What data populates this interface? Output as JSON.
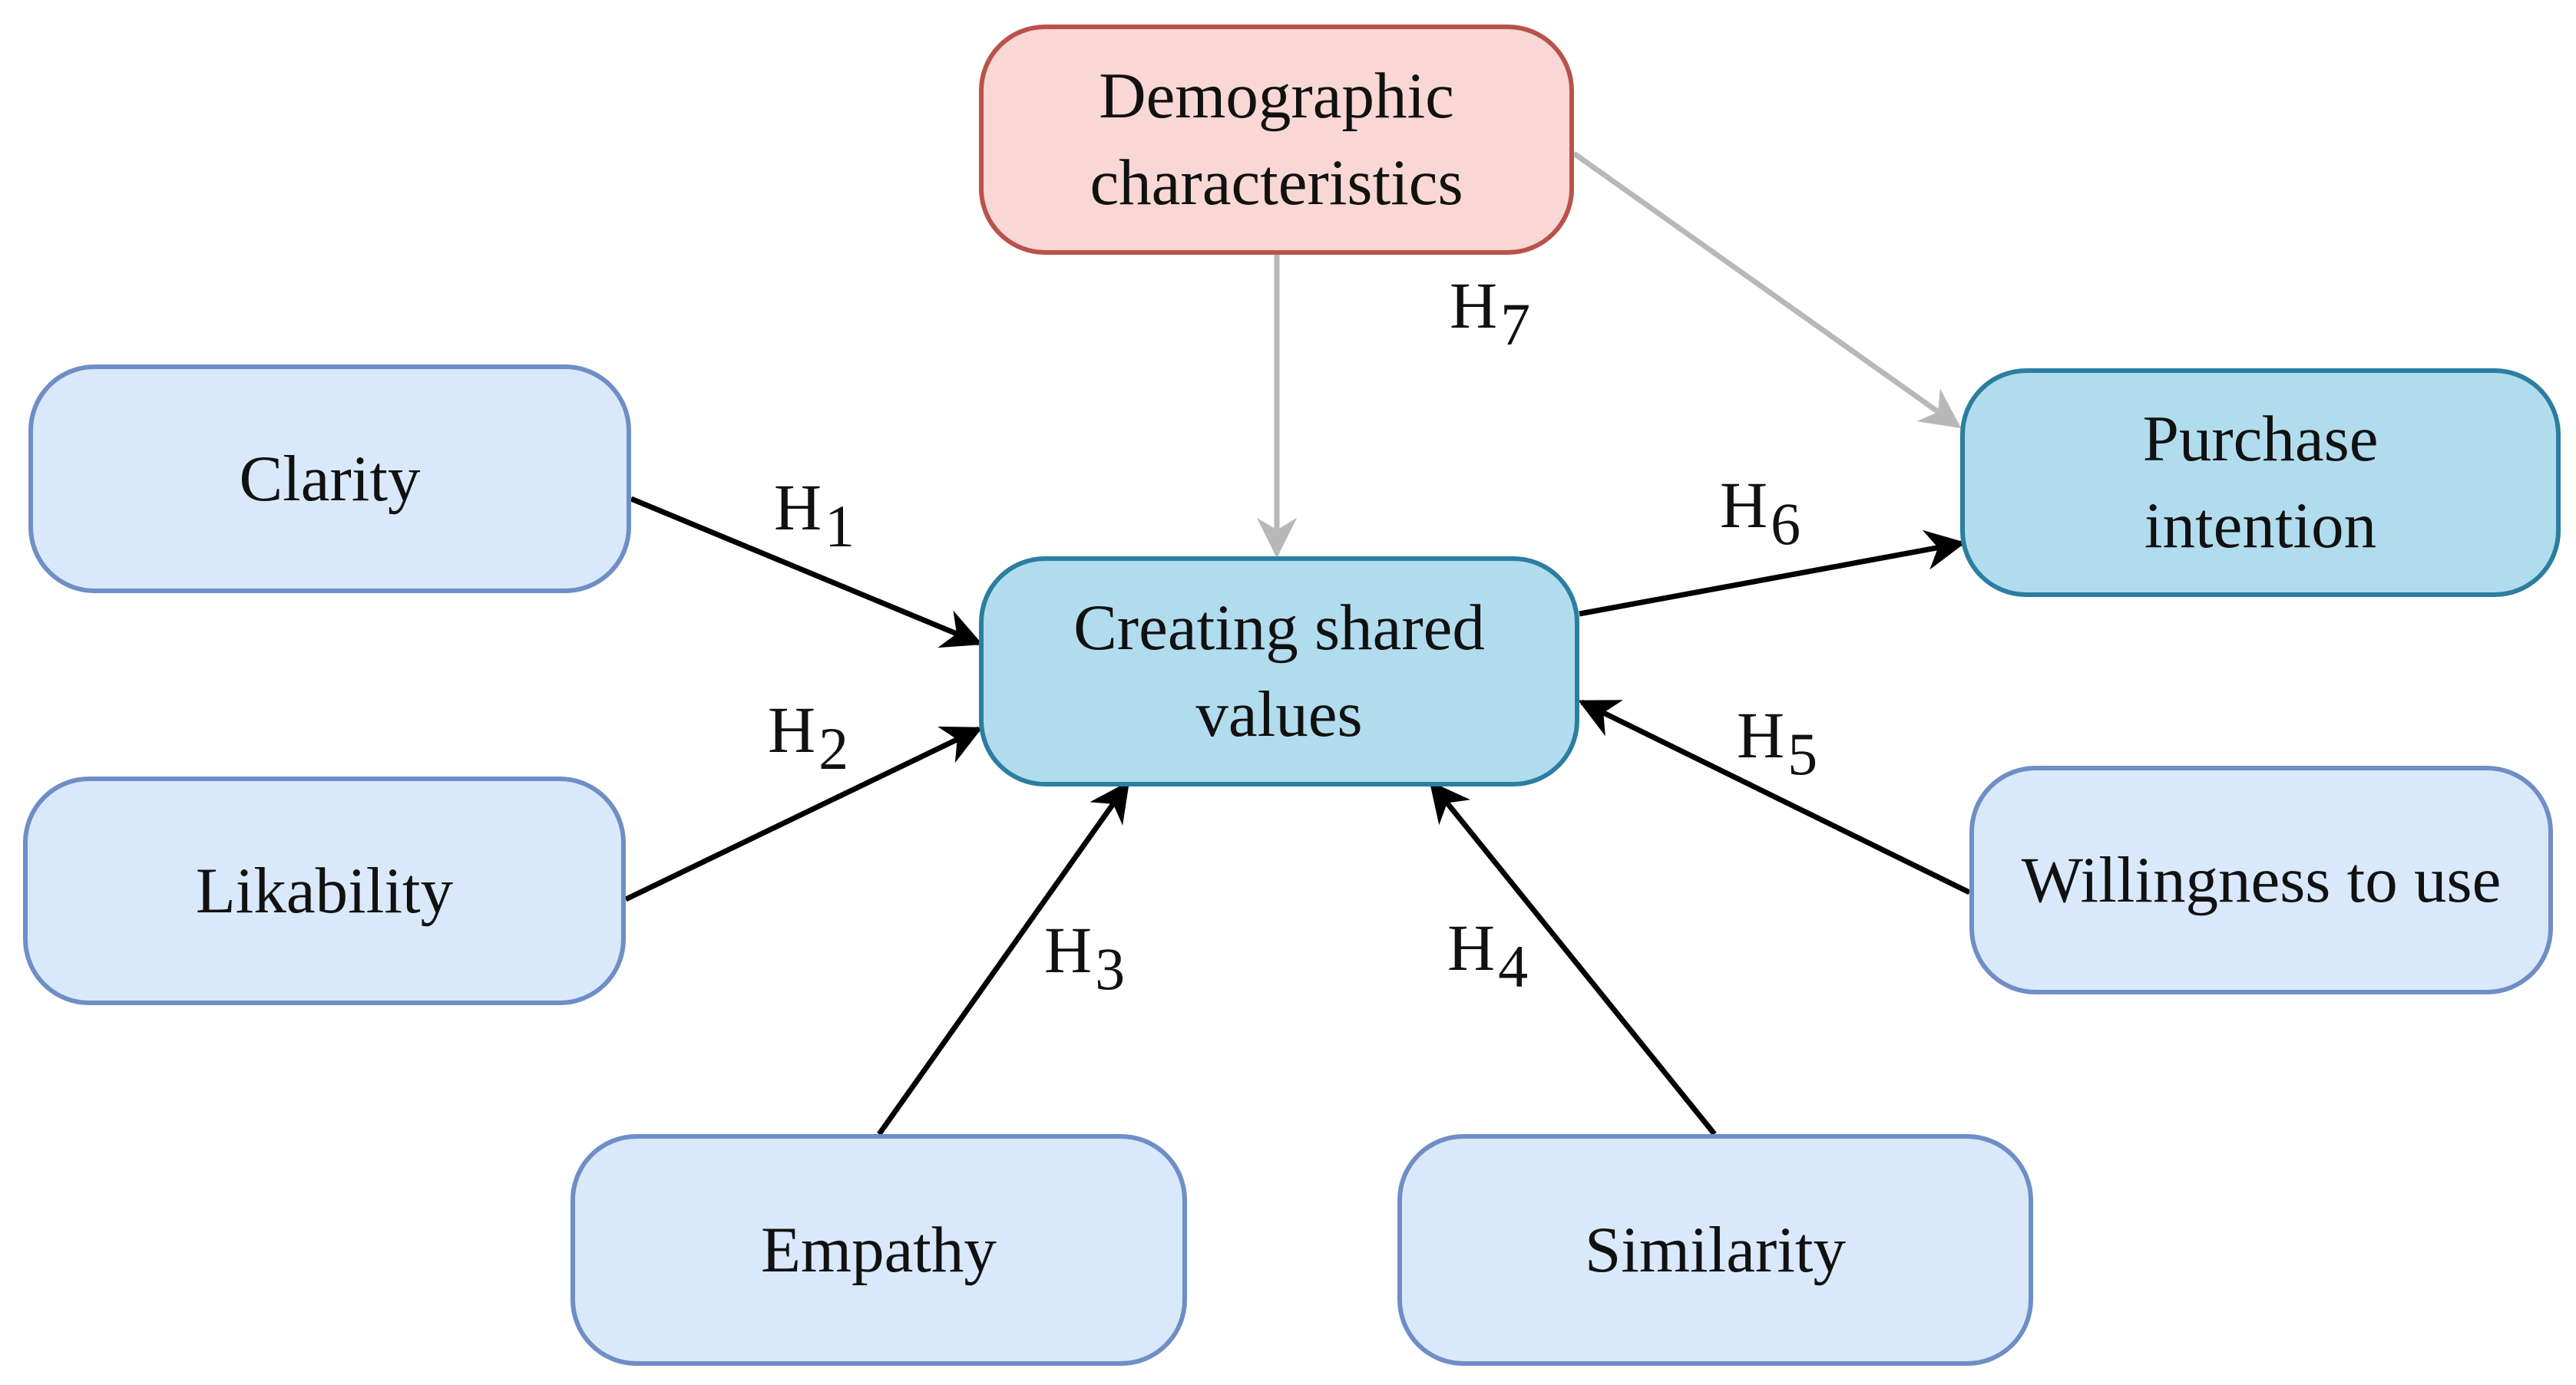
{
  "nodes": {
    "demographic": [
      "Demographic",
      "characteristics"
    ],
    "clarity": "Clarity",
    "likability": "Likability",
    "empathy": "Empathy",
    "similarity": "Similarity",
    "center": [
      "Creating shared",
      "values"
    ],
    "purchase": [
      "Purchase",
      "intention"
    ],
    "willingness": "Willingness to use"
  },
  "hypotheses": {
    "h1": {
      "letter": "H",
      "num": "1"
    },
    "h2": {
      "letter": "H",
      "num": "2"
    },
    "h3": {
      "letter": "H",
      "num": "3"
    },
    "h4": {
      "letter": "H",
      "num": "4"
    },
    "h5": {
      "letter": "H",
      "num": "5"
    },
    "h6": {
      "letter": "H",
      "num": "6"
    },
    "h7": {
      "letter": "H",
      "num": "7"
    }
  },
  "colors": {
    "construct_fill": "#dae8fb",
    "construct_border": "#6f8ec6",
    "central_fill": "#b1dced",
    "central_border": "#2b7ea0",
    "demographic_fill": "#f8d7d4",
    "demographic_border": "#b9524c",
    "main_arrow": "#000000",
    "moderator_arrow": "#b8b8b8"
  }
}
